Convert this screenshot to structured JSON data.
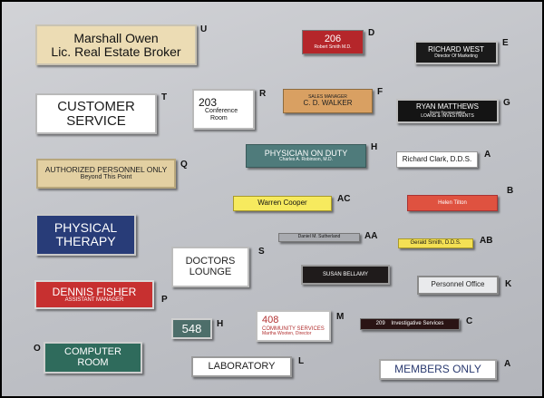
{
  "signs": [
    {
      "id": "marshall",
      "l1": "Marshall Owen",
      "l2": "Lic. Real Estate Broker",
      "letter": "U",
      "bg": "#ecdcb4",
      "fg": "#111111"
    },
    {
      "id": "206",
      "l1": "206",
      "l2": "Robert Smith M.D.",
      "letter": "D",
      "bg": "#b5262a",
      "fg": "#ffffff"
    },
    {
      "id": "rwest",
      "l1": "RICHARD WEST",
      "l2": "Director Of Marketing",
      "letter": "E",
      "bg": "#1a1a1a",
      "fg": "#ffffff"
    },
    {
      "id": "customer",
      "l1": "CUSTOMER",
      "l2": "SERVICE",
      "letter": "T",
      "bg": "#ffffff",
      "fg": "#1a1a1a"
    },
    {
      "id": "203",
      "l1": "203",
      "l2": "Conference",
      "l3": "Room",
      "letter": "R",
      "bg": "#ffffff",
      "fg": "#111111"
    },
    {
      "id": "walker",
      "l1": "SALES MANAGER",
      "l2": "C. D. WALKER",
      "letter": "F",
      "bg": "#d9a062",
      "fg": "#222222"
    },
    {
      "id": "ryan",
      "l1": "RYAN MATTHEWS",
      "l2": "Senior Representative",
      "l3": "LOANS & INVESTMENTS",
      "letter": "G",
      "bg": "#141414",
      "fg": "#ffffff"
    },
    {
      "id": "physduty",
      "l1": "PHYSICIAN ON DUTY",
      "l2": "Charles A. Robinson, M.D.",
      "letter": "H",
      "bg": "#4f7b7b",
      "fg": "#ffffff"
    },
    {
      "id": "rclark",
      "l1": "Richard Clark, D.D.S.",
      "letter": "A",
      "bg": "#ffffff",
      "fg": "#111111"
    },
    {
      "id": "authorized",
      "l1": "AUTHORIZED PERSONNEL ONLY",
      "l2": "Beyond This Point",
      "letter": "Q",
      "bg": "#e3d0a2",
      "fg": "#222222"
    },
    {
      "id": "helen",
      "l1": "Helen Tilton",
      "letter": "B",
      "bg": "#df5240",
      "fg": "#ffffff"
    },
    {
      "id": "cooper",
      "l1": "Warren Cooper",
      "letter": "AC",
      "bg": "#f6ea5e",
      "fg": "#111111"
    },
    {
      "id": "physical",
      "l1": "PHYSICAL",
      "l2": "THERAPY",
      "letter": "",
      "bg": "#283c78",
      "fg": "#ffffff"
    },
    {
      "id": "sutherland",
      "l1": "Daniel M. Sutherland",
      "letter": "AA",
      "bg": "#a9abb0",
      "fg": "#111111"
    },
    {
      "id": "gerald",
      "l1": "Gerald Smith, D.D.S.",
      "letter": "AB",
      "bg": "#f4e054",
      "fg": "#111111"
    },
    {
      "id": "doctors",
      "l1": "DOCTORS",
      "l2": "LOUNGE",
      "letter": "S",
      "bg": "#ffffff",
      "fg": "#222222"
    },
    {
      "id": "susan",
      "l1": "SUSAN BELLAMY",
      "letter": "",
      "bg": "#1f1b1b",
      "fg": "#ffffff"
    },
    {
      "id": "personnel",
      "l1": "Personnel Office",
      "letter": "K",
      "bg": "#e9eaec",
      "fg": "#222222"
    },
    {
      "id": "dennis",
      "l1": "DENNIS FISHER",
      "l2": "ASSISTANT MANAGER",
      "letter": "P",
      "bg": "#c73030",
      "fg": "#ffffff"
    },
    {
      "id": "548",
      "l1": "548",
      "letter": "H",
      "bg": "#4d6e6a",
      "fg": "#ffffff"
    },
    {
      "id": "408",
      "l1": "408",
      "l2": "COMMUNITY SERVICES",
      "l3": "Martha Wooten, Director",
      "letter": "M",
      "bg": "#ffffff",
      "fg": "#b23030"
    },
    {
      "id": "209",
      "l1": "209    Investigative Services",
      "letter": "C",
      "bg": "#2a1414",
      "fg": "#ffffff"
    },
    {
      "id": "computer",
      "l1": "COMPUTER",
      "l2": "ROOM",
      "letter": "O",
      "bg": "#2f6b5c",
      "fg": "#ffffff"
    },
    {
      "id": "laboratory",
      "l1": "LABORATORY",
      "letter": "L",
      "bg": "#ffffff",
      "fg": "#222222"
    },
    {
      "id": "members",
      "l1": "MEMBERS ONLY",
      "letter": "A",
      "bg": "#ffffff",
      "fg": "#2a3a70"
    }
  ]
}
